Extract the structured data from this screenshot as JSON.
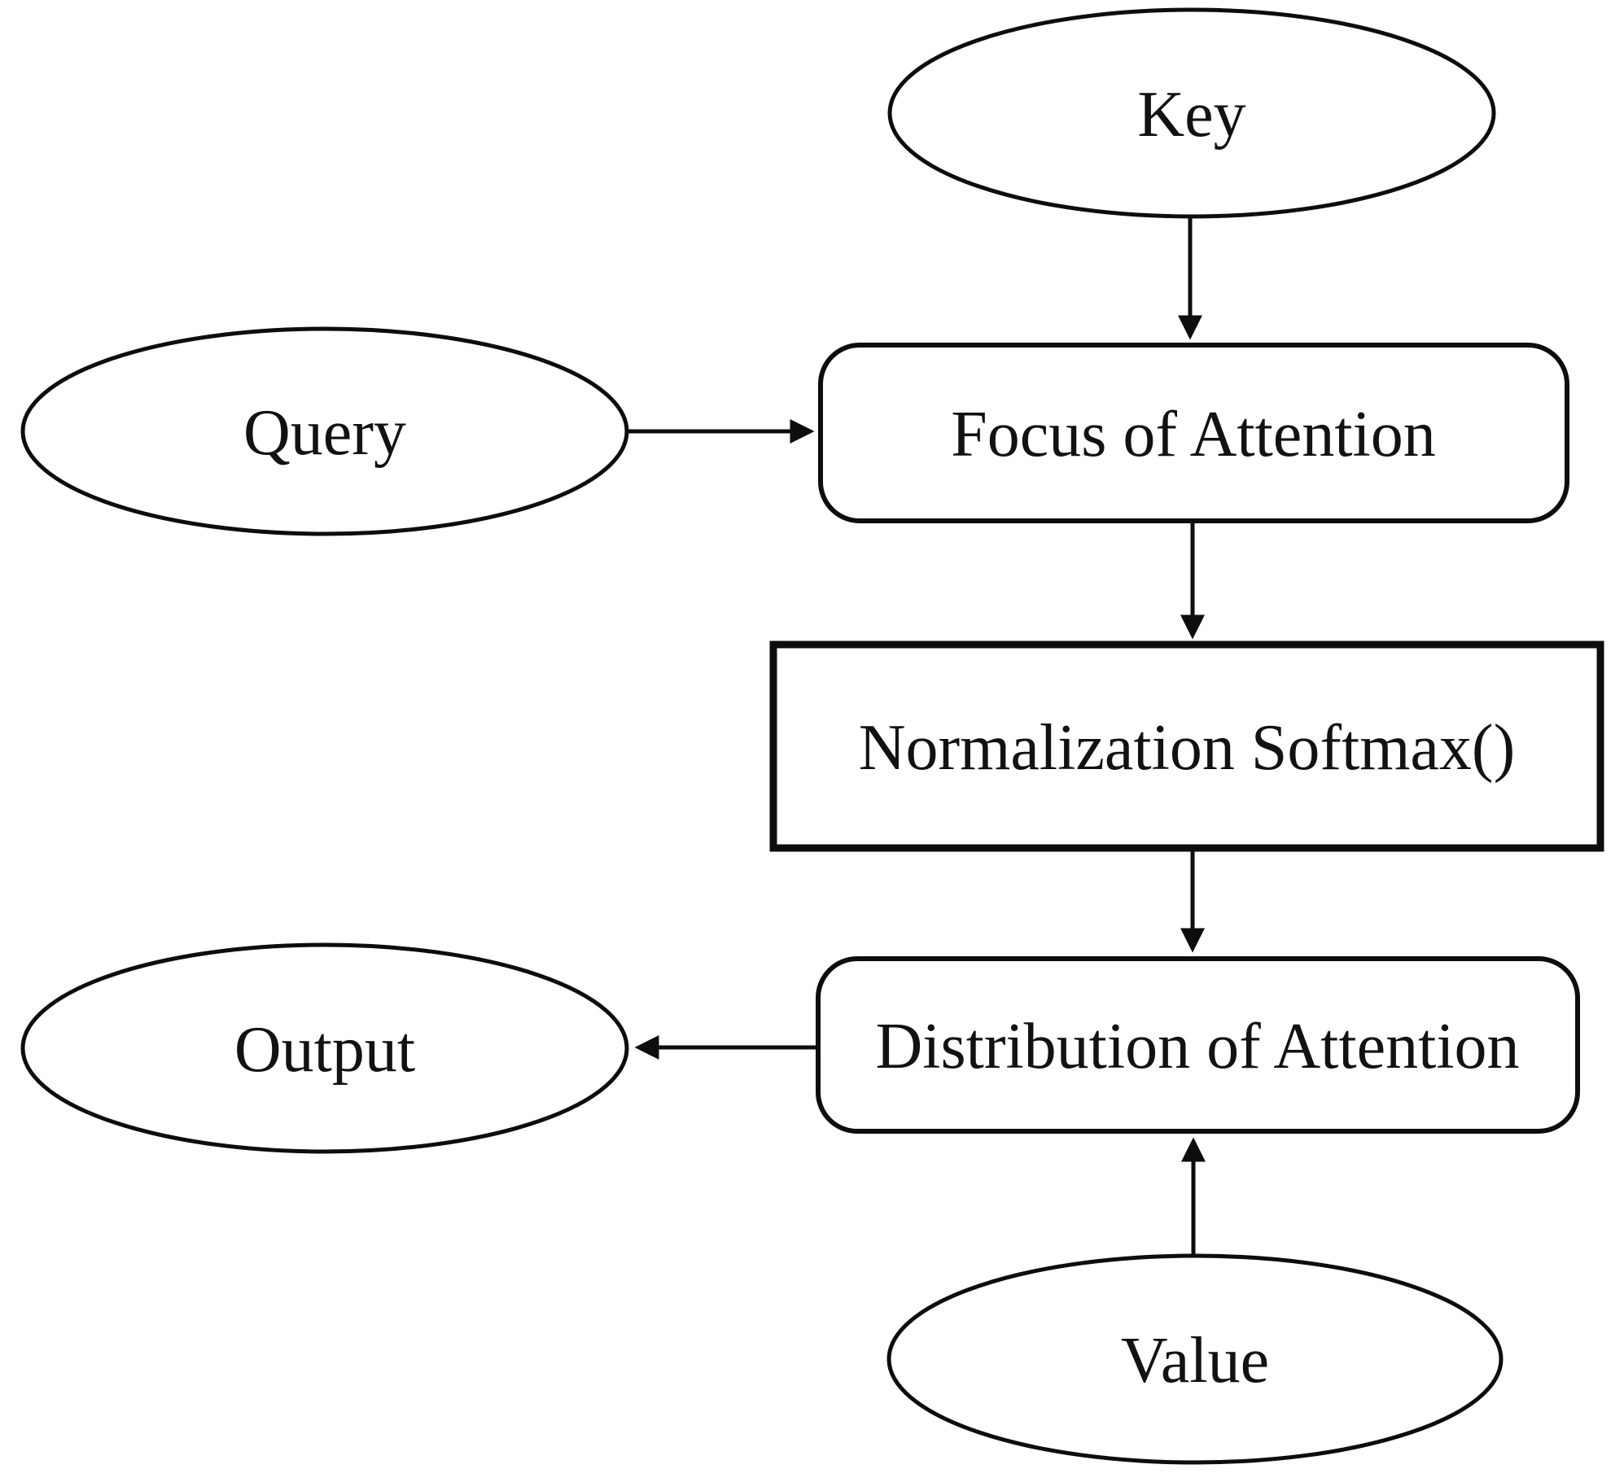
{
  "figure": {
    "type": "flowchart",
    "background_color": "#ffffff",
    "stroke_color": "#0d0d0d",
    "text_color": "#121212",
    "node_fill_color": "#ffffff"
  },
  "nodes": {
    "key": {
      "label": "Key",
      "shape": "ellipse"
    },
    "query": {
      "label": "Query",
      "shape": "ellipse"
    },
    "focus": {
      "label": "Focus of Attention",
      "shape": "rounded-rectangle"
    },
    "normalization": {
      "label": "Normalization Softmax()",
      "shape": "rectangle"
    },
    "distribution": {
      "label": "Distribution of Attention",
      "shape": "rounded-rectangle"
    },
    "output": {
      "label": "Output",
      "shape": "ellipse"
    },
    "value": {
      "label": "Value",
      "shape": "ellipse"
    }
  },
  "edges": [
    {
      "from": "key",
      "to": "focus",
      "direction": "down"
    },
    {
      "from": "query",
      "to": "focus",
      "direction": "right"
    },
    {
      "from": "focus",
      "to": "normalization",
      "direction": "down"
    },
    {
      "from": "normalization",
      "to": "distribution",
      "direction": "down"
    },
    {
      "from": "distribution",
      "to": "output",
      "direction": "left"
    },
    {
      "from": "value",
      "to": "distribution",
      "direction": "up"
    }
  ]
}
